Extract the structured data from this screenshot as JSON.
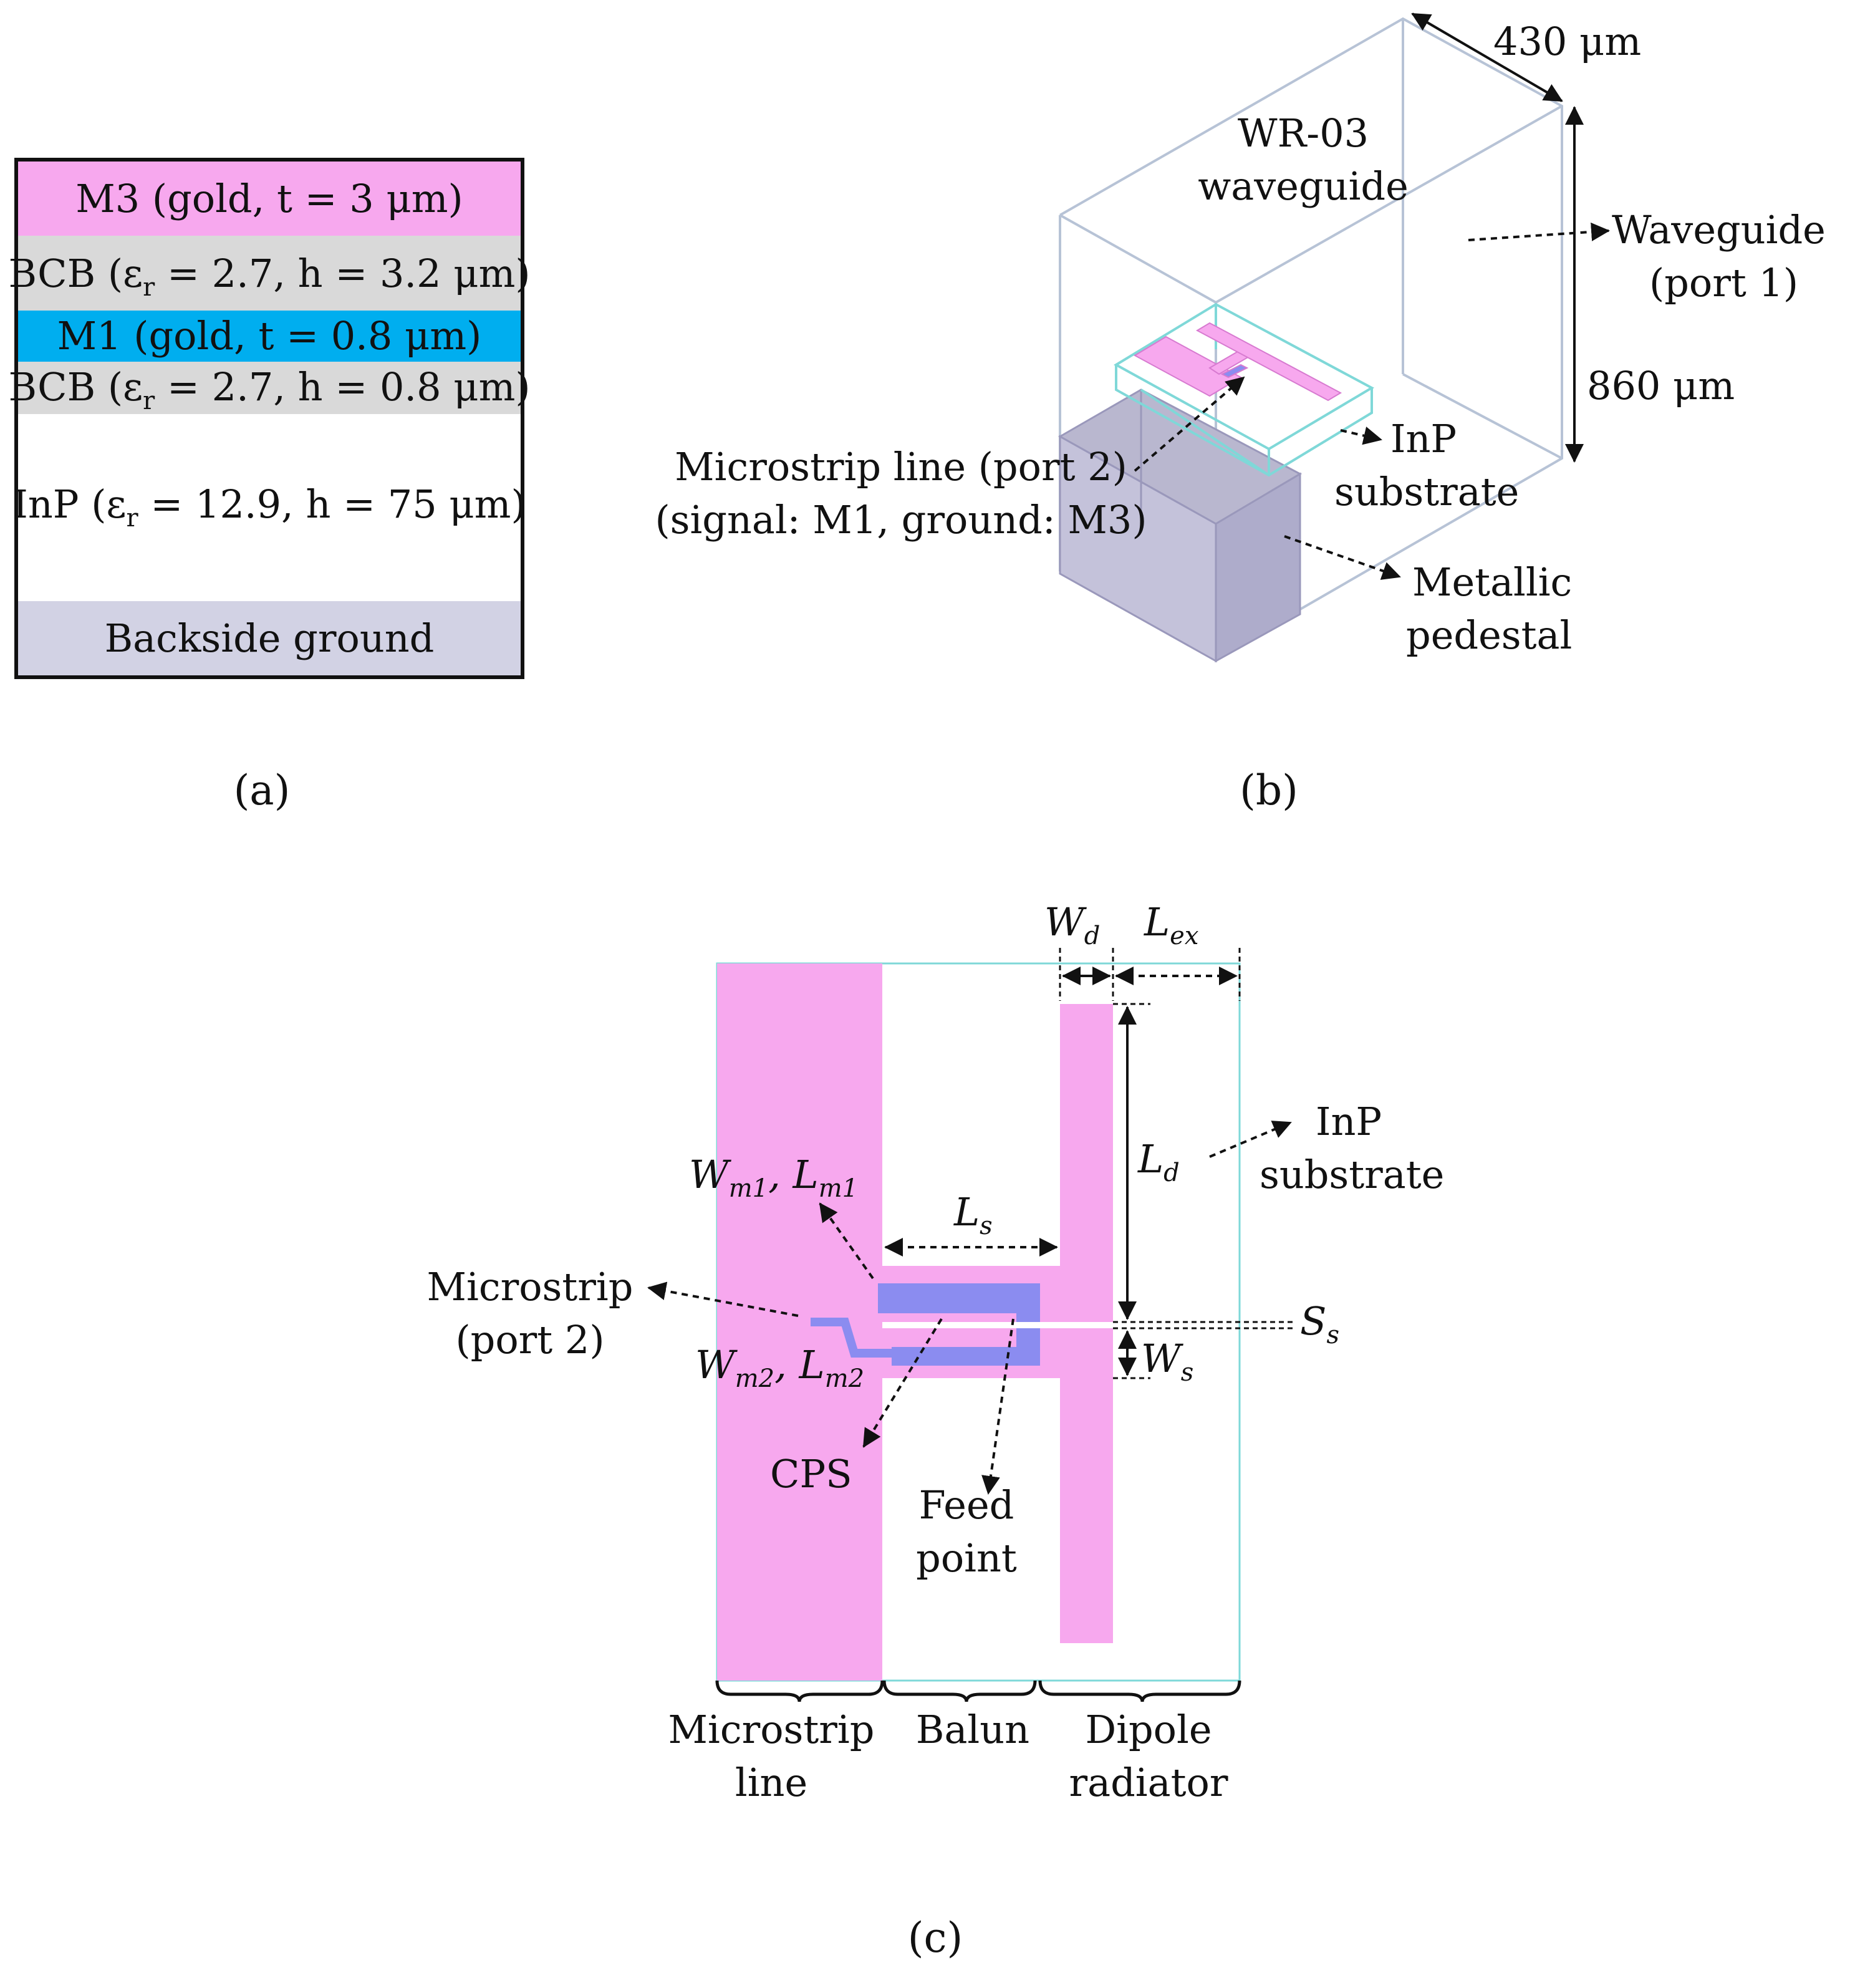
{
  "colors": {
    "gold": "#f7a8ee",
    "m1_blue": "#00aeef",
    "bcb_gray": "#d9d9d9",
    "ground": "#d2d2e4",
    "substrate_outline": "#7fd8d8",
    "microstrip_blue": "#8b8cf0",
    "waveguide_line": "#b7c3d6"
  },
  "panel_a": {
    "panel_label": "(a)",
    "layers": [
      {
        "id": "m3",
        "text": "M3 (gold, t = 3 μm)"
      },
      {
        "id": "bcb1",
        "pre": "BCB (ε",
        "sub": "r",
        "post": " = 2.7, h = 3.2 μm)"
      },
      {
        "id": "m1",
        "text": "M1 (gold, t = 0.8 μm)"
      },
      {
        "id": "bcb2",
        "pre": "BCB (ε",
        "sub": "r",
        "post": " = 2.7, h = 0.8 μm)"
      },
      {
        "id": "inp",
        "pre": "InP (ε",
        "sub": "r",
        "post": " = 12.9, h = 75 μm)"
      },
      {
        "id": "ground",
        "text": "Backside ground"
      }
    ]
  },
  "panel_b": {
    "panel_label": "(b)",
    "dim_width": "430 μm",
    "dim_height": "860 μm",
    "wr03_line1": "WR-03",
    "wr03_line2": "waveguide",
    "waveguide_port_line1": "Waveguide",
    "waveguide_port_line2": "(port 1)",
    "inp_line1": "InP",
    "inp_line2": "substrate",
    "microstrip_line1": "Microstrip line (port 2)",
    "microstrip_line2": "(signal: M1, ground: M3)",
    "pedestal_line1": "Metallic",
    "pedestal_line2": "pedestal"
  },
  "panel_c": {
    "panel_label": "(c)",
    "wd_main": "W",
    "wd_sub": "d",
    "lex_main": "L",
    "lex_sub": "ex",
    "ld_main": "L",
    "ld_sub": "d",
    "ls_main": "L",
    "ls_sub": "s",
    "ss_main": "S",
    "ss_sub": "s",
    "ws_main": "W",
    "ws_sub": "s",
    "wm1_a": "W",
    "wm1_a_sub": "m1",
    "wm1_sep": ", ",
    "wm1_b": "L",
    "wm1_b_sub": "m1",
    "wm2_a": "W",
    "wm2_a_sub": "m2",
    "wm2_sep": ", ",
    "wm2_b": "L",
    "wm2_b_sub": "m2",
    "inp_line1": "InP",
    "inp_line2": "substrate",
    "microstrip_port_line1": "Microstrip",
    "microstrip_port_line2": "(port 2)",
    "cps": "CPS",
    "feed_line1": "Feed",
    "feed_line2": "point",
    "section_microstrip_line1": "Microstrip",
    "section_microstrip_line2": "line",
    "section_balun": "Balun",
    "section_dipole_line1": "Dipole",
    "section_dipole_line2": "radiator"
  }
}
